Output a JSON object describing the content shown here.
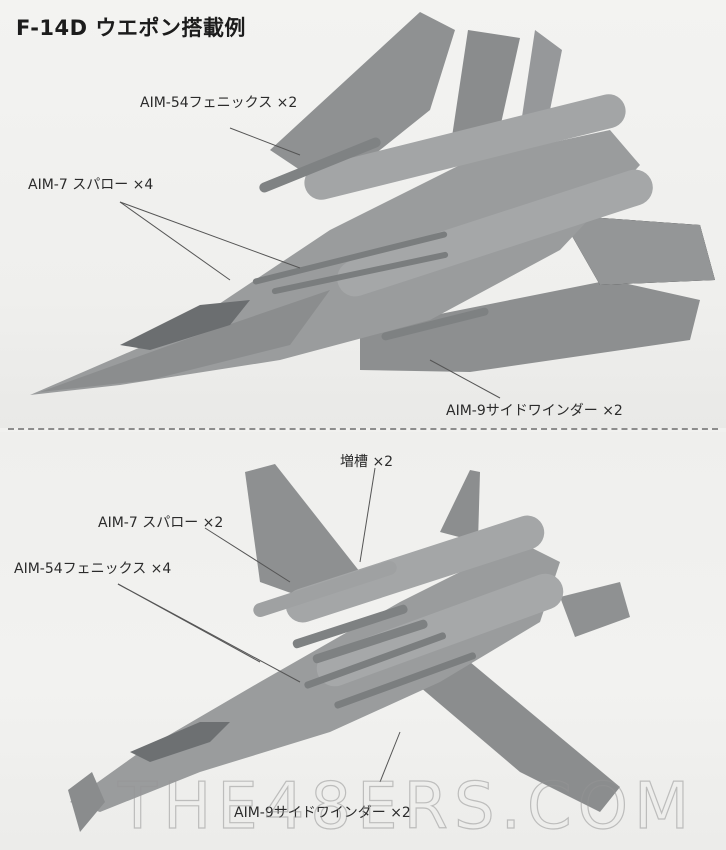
{
  "title": "F-14D ウエポン搭載例",
  "top_panel": {
    "labels": {
      "aim54": "AIM-54フェニックス ×2",
      "aim7": "AIM-7 スパロー ×4",
      "aim9": "AIM-9サイドワインダー ×2"
    }
  },
  "bottom_panel": {
    "labels": {
      "tank": "増槽 ×2",
      "aim7": "AIM-7 スパロー ×2",
      "aim54": "AIM-54フェニックス ×4",
      "aim9": "AIM-9サイドワインダー ×2"
    }
  },
  "watermark": "THE48ERS.COM",
  "colors": {
    "background": "#f1f1ef",
    "model_gray": "#8e9091",
    "model_dark": "#6f7273",
    "text": "#2b2b2b",
    "divider": "#8c8c8c"
  }
}
